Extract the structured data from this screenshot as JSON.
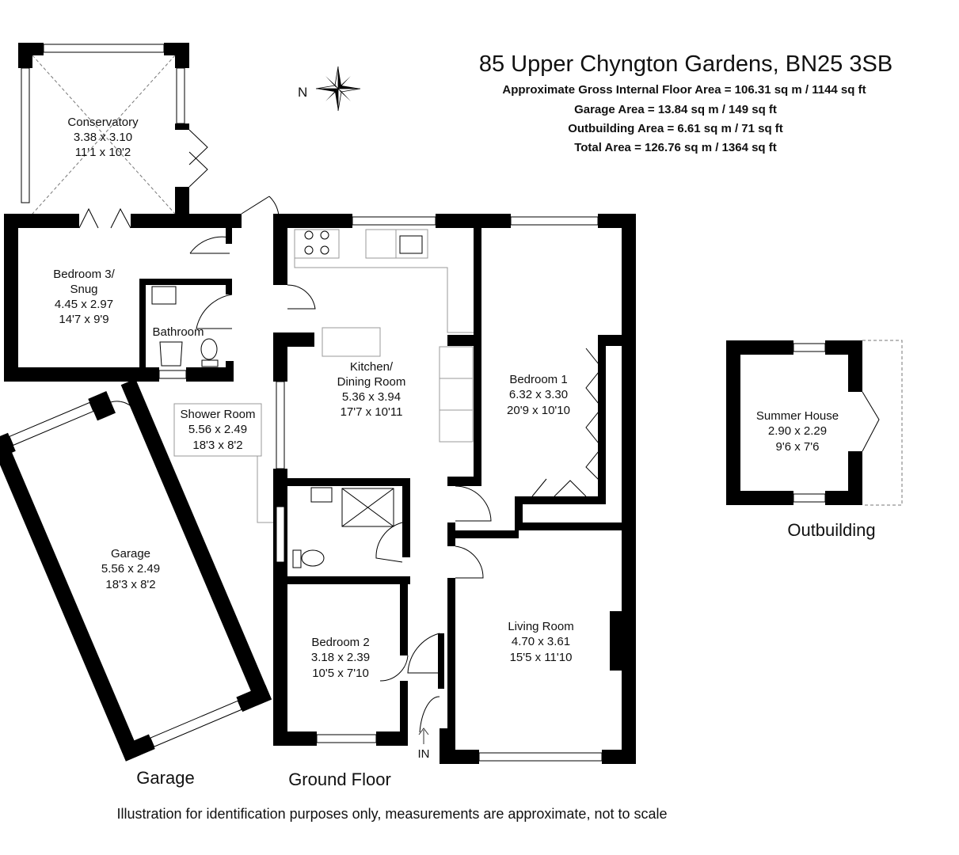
{
  "header": {
    "title": "85 Upper Chyngton Gardens, BN25 3SB",
    "lines": [
      "Approximate Gross Internal Floor Area = 106.31 sq m / 1144 sq ft",
      "Garage Area = 13.84 sq m / 149 sq ft",
      "Outbuilding Area = 6.61 sq m / 71 sq ft",
      "Total Area = 126.76 sq m / 1364 sq ft"
    ]
  },
  "compass": {
    "label": "N"
  },
  "rooms": {
    "conservatory": [
      "Conservatory",
      "3.38 x 3.10",
      "11'1 x 10'2"
    ],
    "bedroom3": [
      "Bedroom 3/",
      "Snug",
      "4.45 x 2.97",
      "14'7 x 9'9"
    ],
    "bathroom": [
      "Bathroom"
    ],
    "shower": [
      "Shower Room",
      "5.56 x 2.49",
      "18'3 x 8'2"
    ],
    "kitchen": [
      "Kitchen/",
      "Dining Room",
      "5.36 x 3.94",
      "17'7 x 10'11"
    ],
    "bedroom1": [
      "Bedroom 1",
      "6.32 x 3.30",
      "20'9 x 10'10"
    ],
    "garage": [
      "Garage",
      "5.56 x 2.49",
      "18'3 x 8'2"
    ],
    "bedroom2": [
      "Bedroom 2",
      "3.18 x 2.39",
      "10'5 x 7'10"
    ],
    "living": [
      "Living Room",
      "4.70 x 3.61",
      "15'5 x 11'10"
    ],
    "summer": [
      "Summer House",
      "2.90 x 2.29",
      "9'6 x 7'6"
    ]
  },
  "entrance": "IN",
  "captions": {
    "garage": "Garage",
    "ground_floor": "Ground Floor",
    "outbuilding": "Outbuilding"
  },
  "disclaimer": "Illustration for identification purposes only, measurements are approximate, not to scale"
}
